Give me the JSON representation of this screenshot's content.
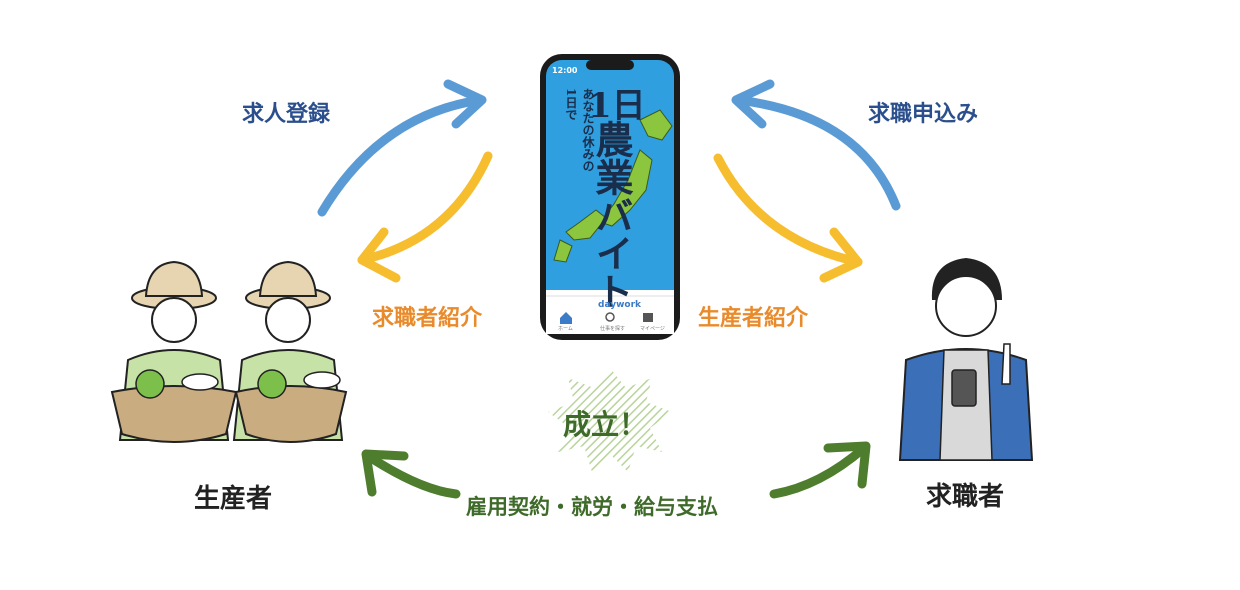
{
  "labels": {
    "job_registration": "求人登録",
    "job_application": "求職申込み",
    "intro_seeker": "求職者紹介",
    "intro_producer": "生産者紹介",
    "contract": "雇用契約・就労・給与支払",
    "producer": "生産者",
    "job_seeker": "求職者",
    "success": "成立！"
  },
  "phone": {
    "time": "12:00",
    "title_number": "1日",
    "title_chars": "農業バイト",
    "subtitle": "あなたの休みの1日で",
    "brand": "daywork",
    "nav": [
      "ホーム",
      "仕事を探す",
      "マイページ"
    ]
  },
  "colors": {
    "blue_arrow": "#5b9bd5",
    "yellow_arrow": "#f6bd2f",
    "green_arrow": "#4e7d2e",
    "blue_text": "#2b4f8c",
    "orange_text": "#e98a2b",
    "green_text": "#3f6b2a",
    "phone_screen": "#2f9fe0"
  }
}
